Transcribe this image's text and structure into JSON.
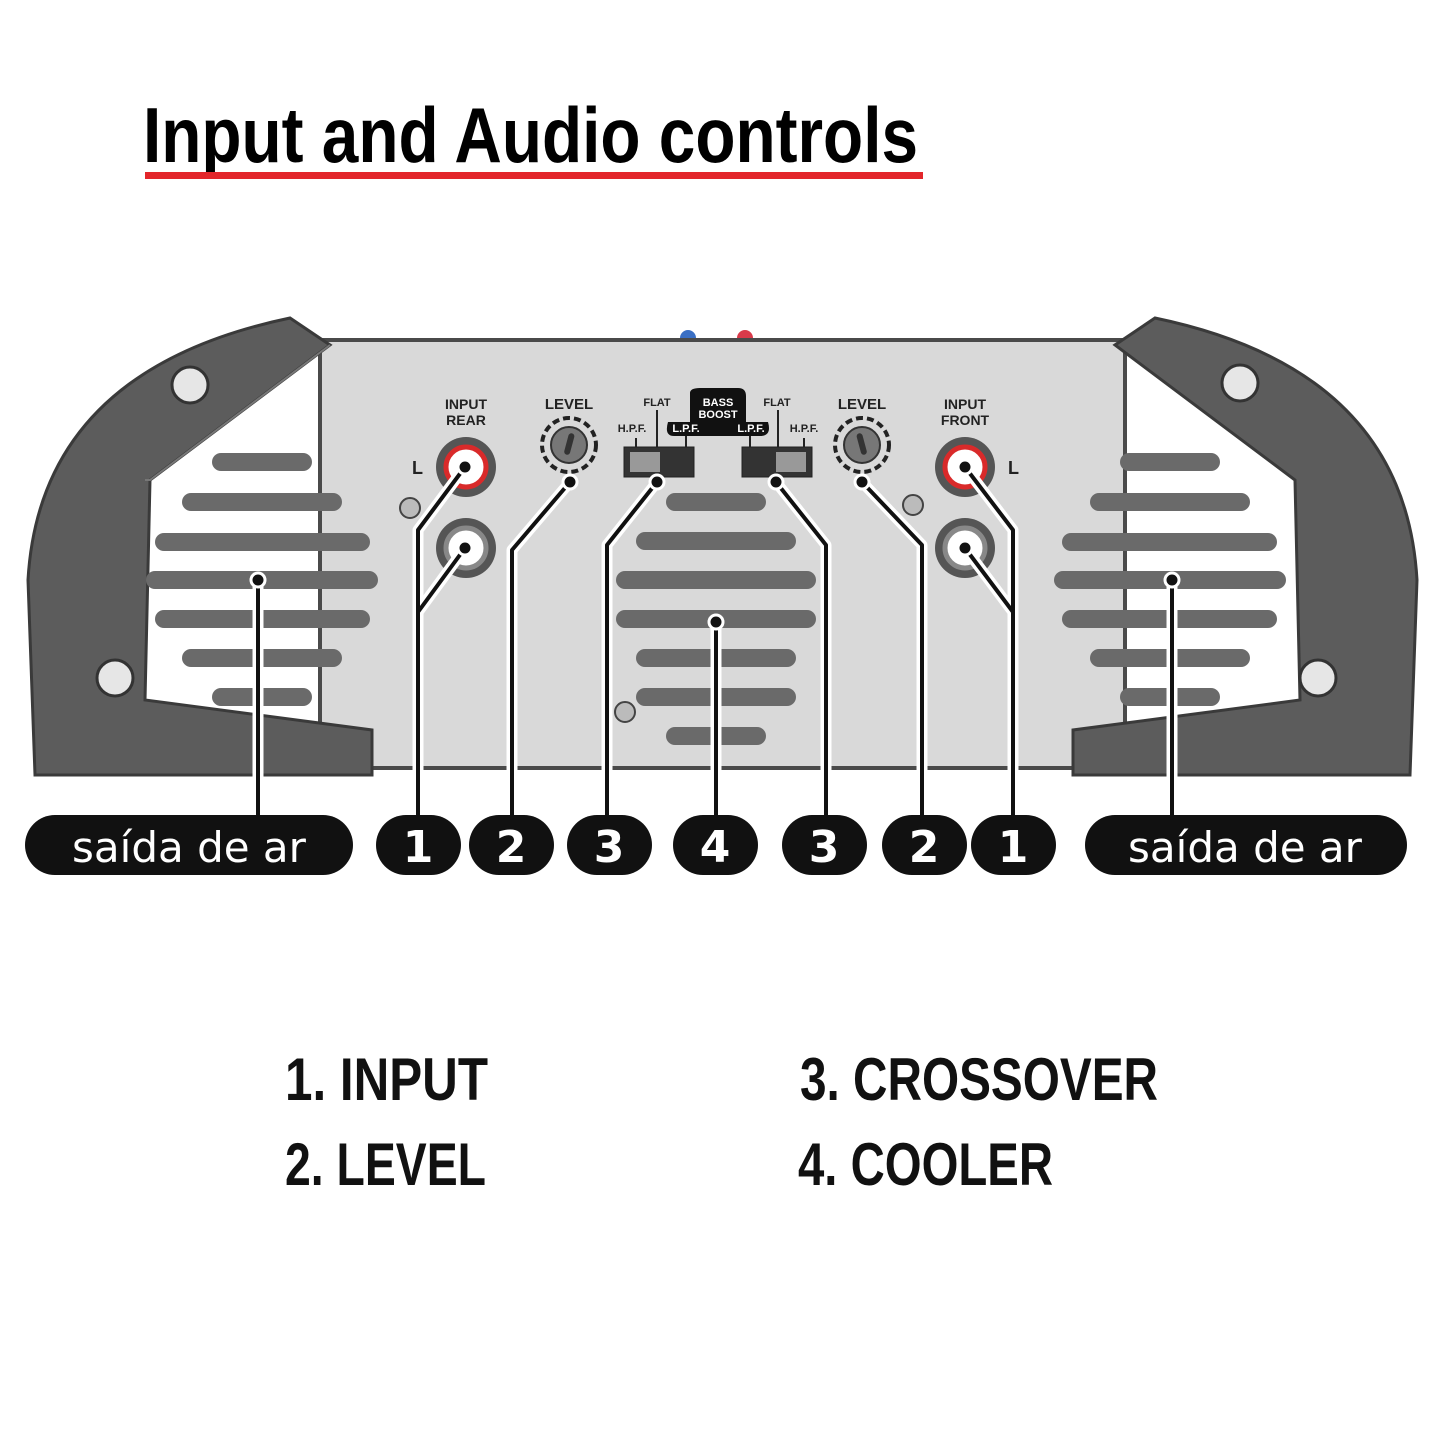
{
  "title": "Input and Audio controls",
  "colors": {
    "underline": "#e3262b",
    "panel": "#d9d9d9",
    "wing": "#5c5c5c",
    "slot": "#6a6a6a",
    "pill": "#111111"
  },
  "panel_labels": {
    "input_rear": [
      "INPUT",
      "REAR"
    ],
    "input_front": [
      "INPUT",
      "FRONT"
    ],
    "level": "LEVEL",
    "flat": "FLAT",
    "hpf": "H.P.F.",
    "lpf": "L.P.F.",
    "bass_boost": [
      "BASS",
      "BOOST"
    ],
    "channel_l": "L"
  },
  "callouts": {
    "air_outlet": "saída de ar",
    "numbers": [
      "1",
      "2",
      "3",
      "4",
      "3",
      "2",
      "1"
    ]
  },
  "legend": [
    "1. INPUT",
    "2. LEVEL",
    "3. CROSSOVER",
    "4. COOLER"
  ]
}
